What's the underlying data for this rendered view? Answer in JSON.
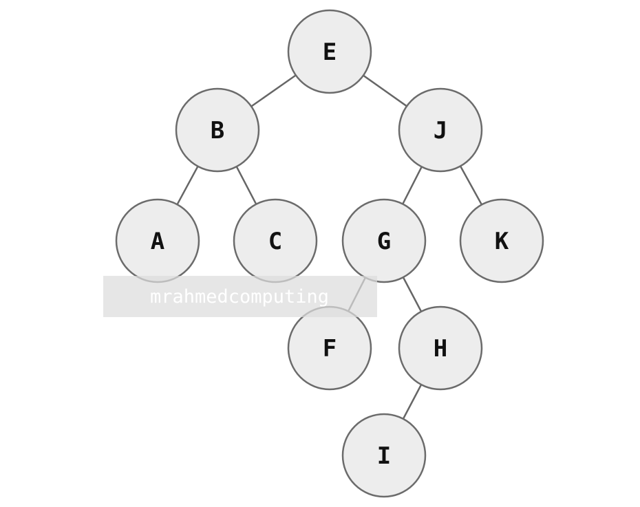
{
  "tree": {
    "nodes": [
      {
        "id": "E",
        "label": "E"
      },
      {
        "id": "B",
        "label": "B"
      },
      {
        "id": "J",
        "label": "J"
      },
      {
        "id": "A",
        "label": "A"
      },
      {
        "id": "C",
        "label": "C"
      },
      {
        "id": "G",
        "label": "G"
      },
      {
        "id": "K",
        "label": "K"
      },
      {
        "id": "F",
        "label": "F"
      },
      {
        "id": "H",
        "label": "H"
      },
      {
        "id": "I",
        "label": "I"
      }
    ],
    "edges": [
      {
        "from": "E",
        "to": "B"
      },
      {
        "from": "E",
        "to": "J"
      },
      {
        "from": "B",
        "to": "A"
      },
      {
        "from": "B",
        "to": "C"
      },
      {
        "from": "J",
        "to": "G"
      },
      {
        "from": "J",
        "to": "K"
      },
      {
        "from": "G",
        "to": "F"
      },
      {
        "from": "G",
        "to": "H"
      },
      {
        "from": "H",
        "to": "I"
      }
    ]
  },
  "watermark": {
    "text": "mrahmedcomputing"
  }
}
